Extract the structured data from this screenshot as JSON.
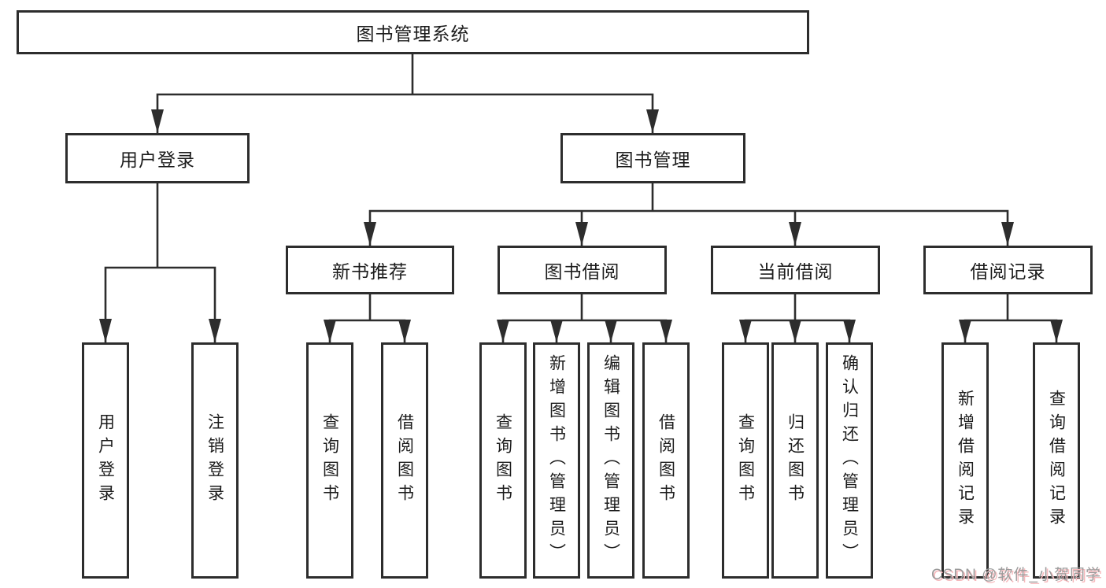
{
  "root": {
    "label": "图书管理系统"
  },
  "branches": {
    "user_login": {
      "label": "用户登录",
      "leaves": [
        "用户登录",
        "注销登录"
      ]
    },
    "book_management": {
      "label": "图书管理",
      "groups": [
        {
          "label": "新书推荐",
          "leaves": [
            "查询图书",
            "借阅图书"
          ]
        },
        {
          "label": "图书借阅",
          "leaves": [
            "查询图书",
            "新增图书（管理员）",
            "编辑图书（管理员）",
            "借阅图书"
          ]
        },
        {
          "label": "当前借阅",
          "leaves": [
            "查询图书",
            "归还图书",
            "确认归还（管理员）"
          ]
        },
        {
          "label": "借阅记录",
          "leaves": [
            "新增借阅记录",
            "查询借阅记录"
          ]
        }
      ]
    }
  },
  "watermark": {
    "text": "CSDN @软件_小贺同学"
  },
  "colors": {
    "line": "#2d2d2d",
    "box_border": "#2d2d2d",
    "box_fill": "#ffffff",
    "text": "#1c1c1c",
    "watermark_gray": "#9b9b9b",
    "watermark_accent": "#f6b9bc"
  }
}
